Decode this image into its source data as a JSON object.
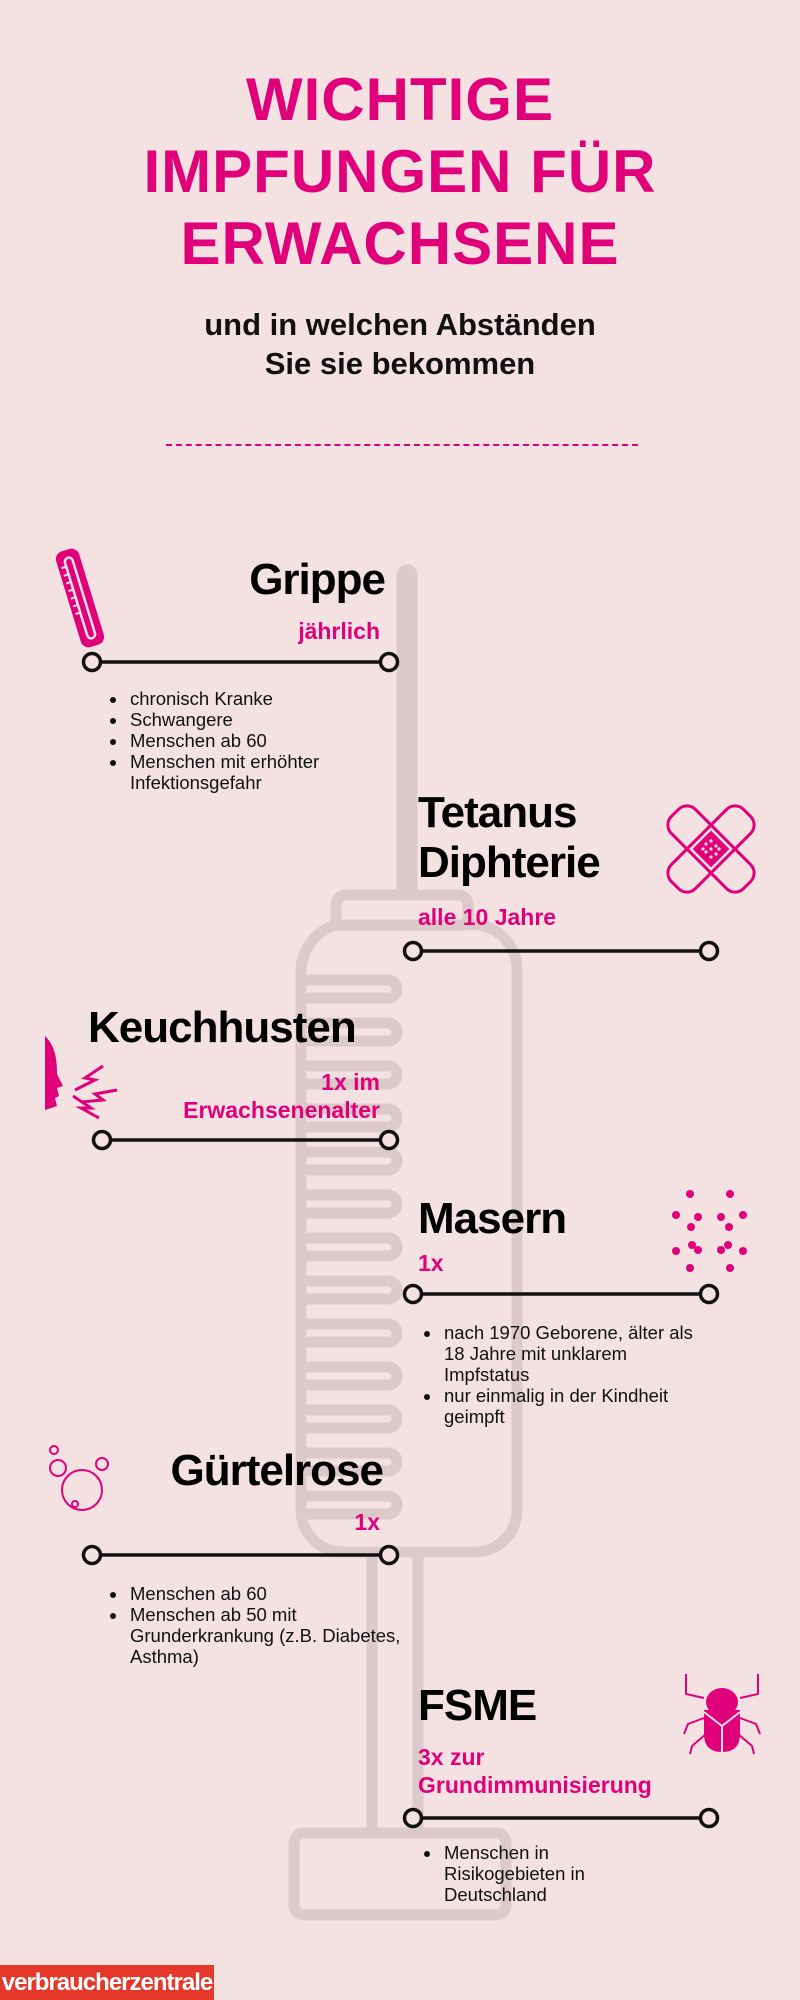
{
  "title": {
    "lines": [
      "WICHTIGE",
      "IMPFUNGEN FÜR",
      "ERWACHSENE"
    ],
    "subtitle_lines": [
      "und in welchen Abständen",
      "Sie sie bekommen"
    ]
  },
  "colors": {
    "accent": "#e0007a",
    "background": "#f4e1e2",
    "syringe": "#dccaca",
    "logo": "#e4382b"
  },
  "vaccines": [
    {
      "name_lines": [
        "Grippe"
      ],
      "frequency_lines": [
        "jährlich"
      ],
      "icon": "thermometer-icon",
      "groups": [
        "chronisch Kranke",
        "Schwangere",
        "Menschen ab 60",
        "Menschen mit erhöhter Infektionsgefahr"
      ]
    },
    {
      "name_lines": [
        "Tetanus",
        "Diphterie"
      ],
      "frequency_lines": [
        "alle 10 Jahre"
      ],
      "icon": "bandage-icon",
      "groups": []
    },
    {
      "name_lines": [
        "Keuchhusten"
      ],
      "frequency_lines": [
        "1x im",
        "Erwachsenenalter"
      ],
      "icon": "coughing-face-icon",
      "groups": []
    },
    {
      "name_lines": [
        "Masern"
      ],
      "frequency_lines": [
        "1x"
      ],
      "icon": "virus-dots-icon",
      "groups": [
        "nach 1970 Geborene, älter als 18 Jahre mit unklarem Impfstatus",
        "nur einmalig in der Kindheit geimpft"
      ]
    },
    {
      "name_lines": [
        "Gürtelrose"
      ],
      "frequency_lines": [
        "1x"
      ],
      "icon": "bubbles-icon",
      "groups": [
        "Menschen ab 60",
        "Menschen ab 50 mit Grunderkrankung (z.B. Diabetes, Asthma)"
      ]
    },
    {
      "name_lines": [
        "FSME"
      ],
      "frequency_lines": [
        "3x zur",
        "Grundimmunisierung"
      ],
      "icon": "tick-bug-icon",
      "groups": [
        "Menschen in Risikogebieten in Deutschland"
      ]
    }
  ],
  "footer": {
    "logo_text": "verbraucherzentrale"
  }
}
